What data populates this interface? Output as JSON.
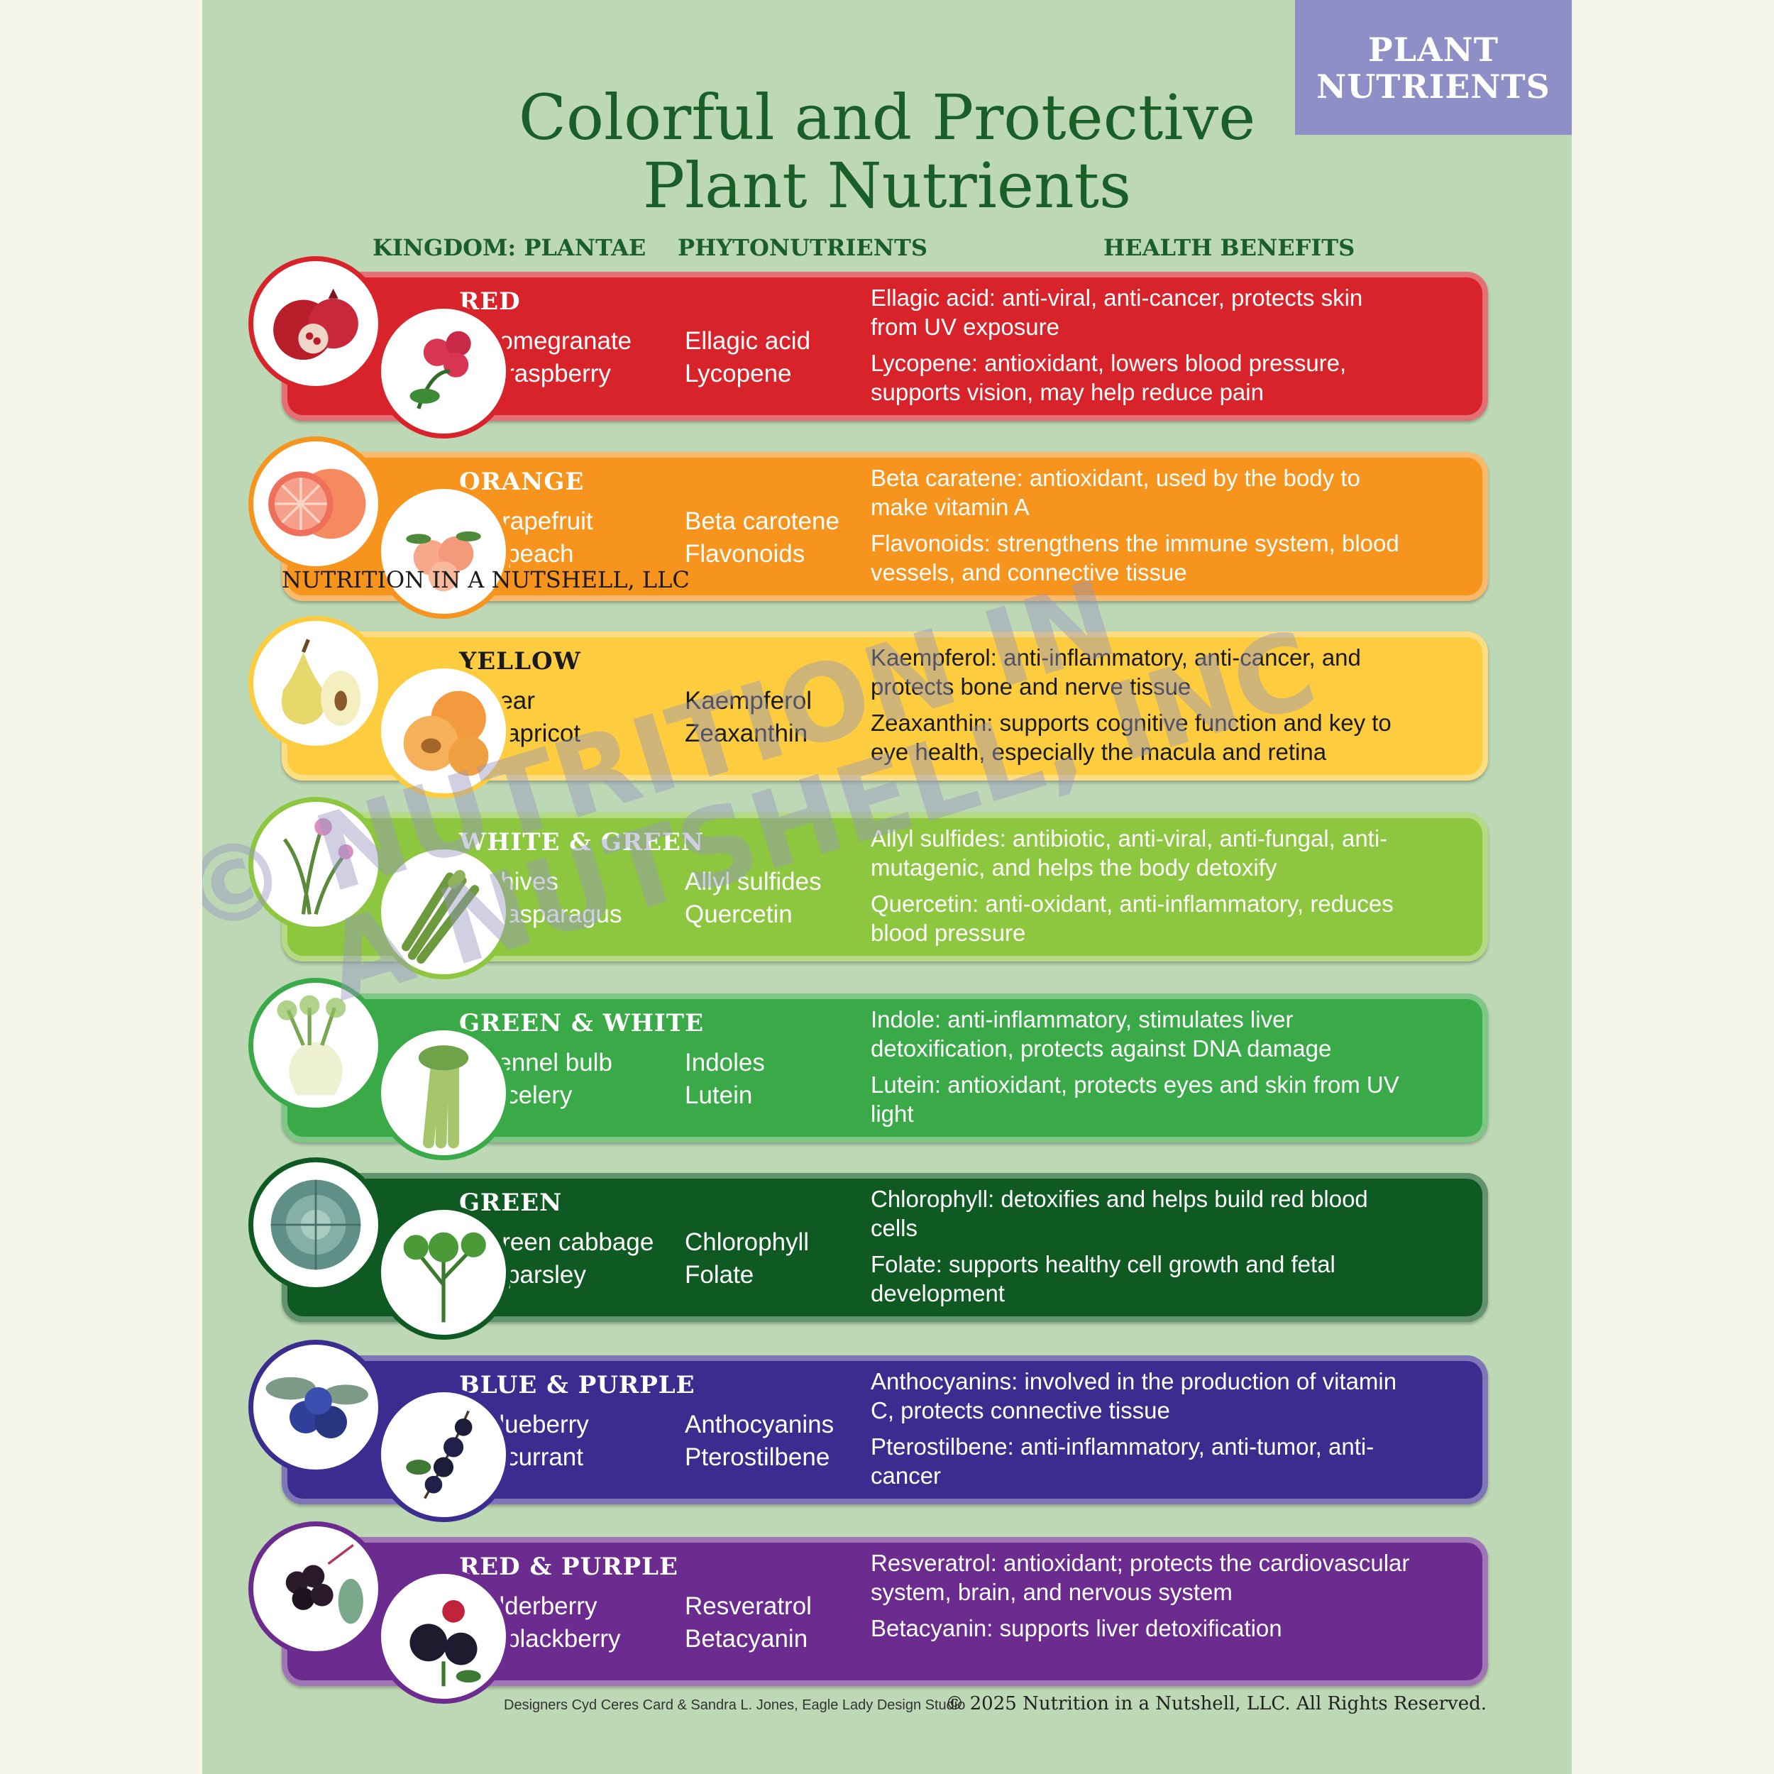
{
  "badge": {
    "line1": "PLANT",
    "line2": "NUTRIENTS"
  },
  "title": {
    "line1": "Colorful and Protective",
    "line2": "Plant Nutrients"
  },
  "headers": {
    "kingdom": "KINGDOM: PLANTAE",
    "phyto": "PHYTONUTRIENTS",
    "benefits": "HEALTH BENEFITS"
  },
  "rows": [
    {
      "category": "RED",
      "plant1": "Pomegranate",
      "plant2": "& raspberry",
      "phyto1": "Ellagic acid",
      "phyto2": "Lycopene",
      "benefit1": "Ellagic acid:  anti-viral, anti-cancer, protects skin from UV exposure",
      "benefit2": "Lycopene: antioxidant, lowers blood pressure, supports vision, may help reduce pain",
      "color": "#d8232a",
      "text": "#ffffff",
      "cat_color": "#ffffff"
    },
    {
      "category": "ORANGE",
      "plant1": "Grapefruit",
      "plant2": "& peach",
      "phyto1": "Beta carotene",
      "phyto2": "Flavonoids",
      "benefit1": "Beta caratene: antioxidant, used by the body to make vitamin A",
      "benefit2": "Flavonoids: strengthens the immune system, blood vessels, and connective tissue",
      "color": "#f7941d",
      "text": "#ffffff",
      "cat_color": "#ffffff"
    },
    {
      "category": "YELLOW",
      "plant1": "Pear",
      "plant2": "& apricot",
      "phyto1": "Kaempferol",
      "phyto2": "Zeaxanthin",
      "benefit1": "Kaempferol: anti-inflammatory, anti-cancer, and protects bone and nerve tissue",
      "benefit2": "Zeaxanthin: supports cognitive function and key to eye health, especially the macula and retina",
      "color": "#fdcd3f",
      "text": "#1a1a1a",
      "cat_color": "#1a1a1a"
    },
    {
      "category": "WHITE & GREEN",
      "plant1": "Chives",
      "plant2": "& asparagus",
      "phyto1": "Allyl sulfides",
      "phyto2": "Quercetin",
      "benefit1": "Allyl sulfides: antibiotic, anti-viral, anti-fungal, anti-mutagenic, and helps the body detoxify",
      "benefit2": "Quercetin: anti-oxidant, anti-inflammatory, reduces blood pressure",
      "color": "#8dc63f",
      "text": "#ffffff",
      "cat_color": "#ffffff"
    },
    {
      "category": "GREEN & WHITE",
      "plant1": "Fennel bulb",
      "plant2": "& celery",
      "phyto1": "Indoles",
      "phyto2": "Lutein",
      "benefit1": "Indole: anti-inflammatory, stimulates liver detoxification, protects against DNA damage",
      "benefit2": "Lutein: antioxidant, protects eyes and skin from UV light",
      "color": "#3aaa48",
      "text": "#ffffff",
      "cat_color": "#ffffff"
    },
    {
      "category": "GREEN",
      "plant1": "Green cabbage",
      "plant2": "& parsley",
      "phyto1": "Chlorophyll",
      "phyto2": "Folate",
      "benefit1": "Chlorophyll: detoxifies and helps build red blood cells",
      "benefit2": "Folate: supports healthy cell growth and fetal development",
      "color": "#0f5a23",
      "text": "#ffffff",
      "cat_color": "#ffffff"
    },
    {
      "category": "BLUE & PURPLE",
      "plant1": "Blueberry",
      "plant2": "& currant",
      "phyto1": "Anthocyanins",
      "phyto2": "Pterostilbene",
      "benefit1": "Anthocyanins: involved in the production of vitamin C, protects connective tissue",
      "benefit2": "Pterostilbene: anti-inflammatory, anti-tumor, anti-cancer",
      "color": "#3a2d8f",
      "text": "#ffffff",
      "cat_color": "#ffffff"
    },
    {
      "category": "RED & PURPLE",
      "plant1": "Elderberry",
      "plant2": "& blackberry",
      "phyto1": "Resveratrol",
      "phyto2": "Betacyanin",
      "benefit1": "Resveratrol: antioxidant; protects the cardiovascular system, brain, and nervous system",
      "benefit2": "Betacyanin: supports liver detoxification",
      "color": "#6c2b8f",
      "text": "#ffffff",
      "cat_color": "#ffffff"
    }
  ],
  "icons": [
    "pomegranate-icon",
    "raspberry-icon",
    "grapefruit-icon",
    "peach-icon",
    "pear-icon",
    "apricot-icon",
    "chives-icon",
    "asparagus-icon",
    "fennel-icon",
    "celery-icon",
    "cabbage-icon",
    "parsley-icon",
    "blueberry-icon",
    "currant-icon",
    "elderberry-icon",
    "blackberry-icon"
  ],
  "watermark": {
    "llc": "NUTRITION IN A NUTSHELL, LLC",
    "line1": "© NUTRITION IN",
    "line2": "A NUTSHELL, INC"
  },
  "footer": {
    "designers": "Designers Cyd Ceres Card & Sandra L. Jones, Eagle Lady Design Studio",
    "copyright": "© 2025 Nutrition in a Nutshell, LLC. All Rights Reserved."
  }
}
